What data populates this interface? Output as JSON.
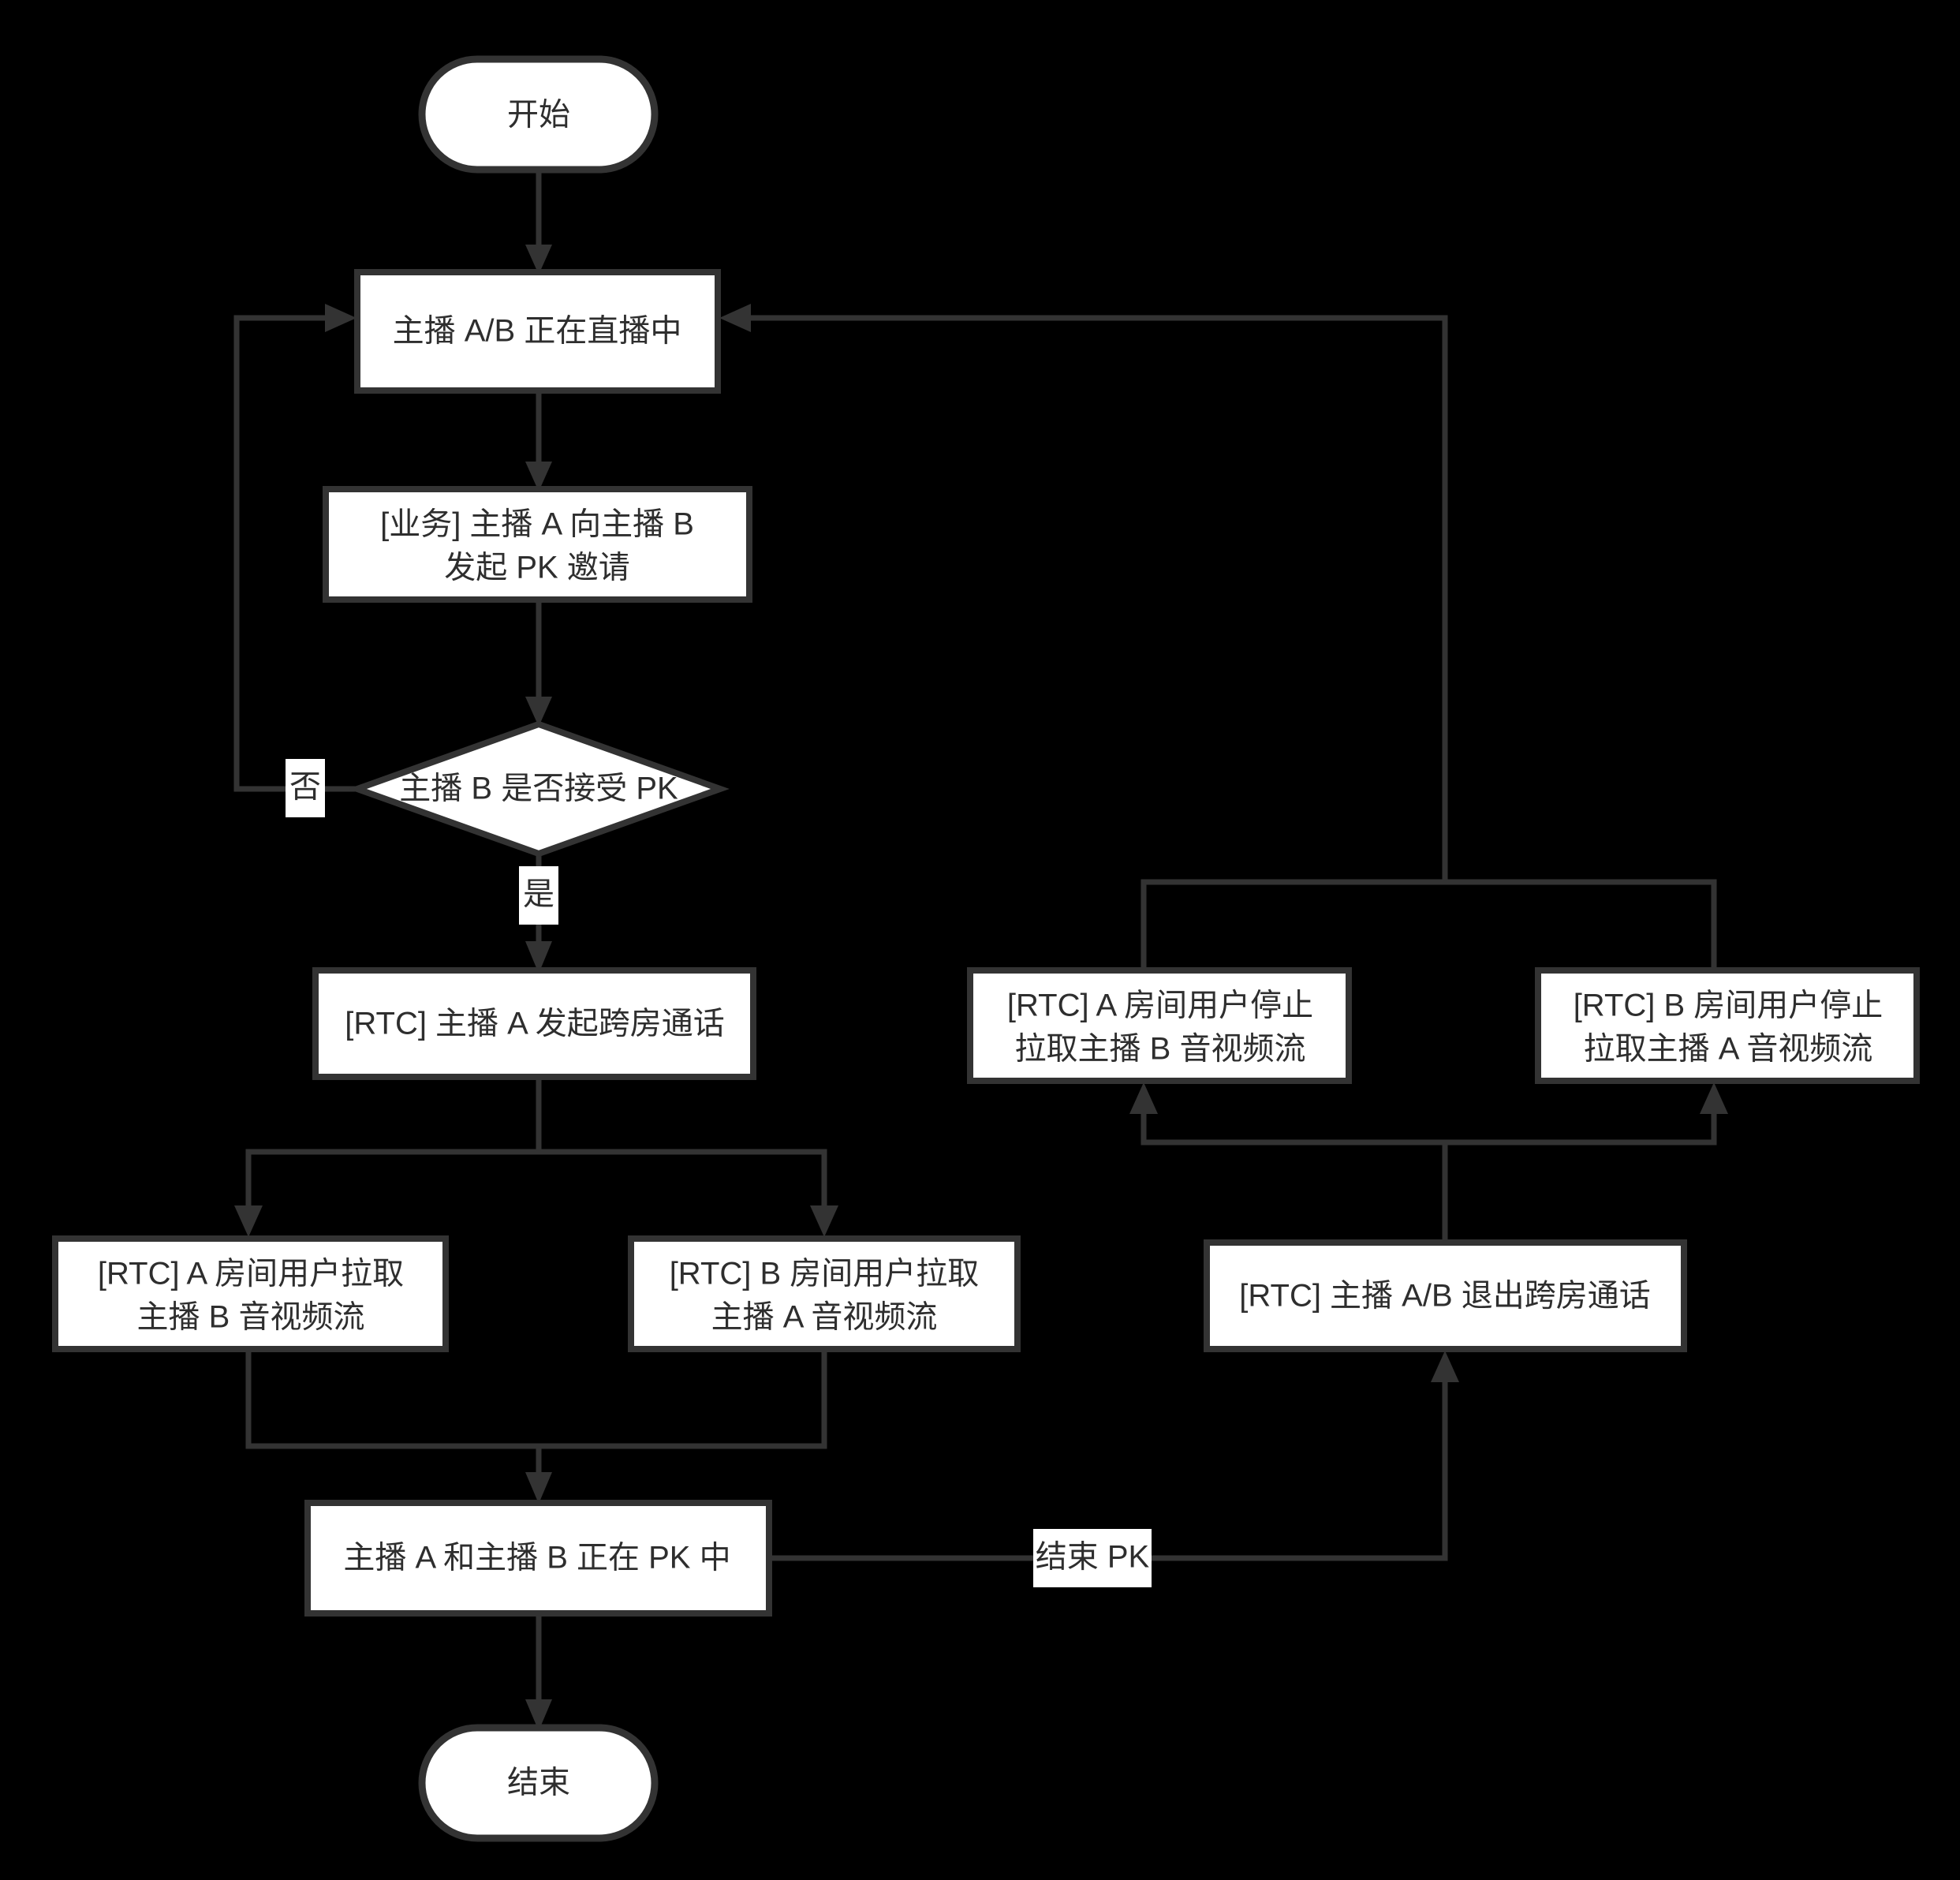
{
  "diagram": {
    "type": "flowchart",
    "orientation": "top-to-bottom",
    "background_color": "#000000",
    "node_fill_color": "#ffffff",
    "node_border_color": "#333333",
    "text_color": "#2e2e2e",
    "title": "",
    "nodes": {
      "start": {
        "shape": "stadium",
        "label": "开始"
      },
      "living": {
        "shape": "rect",
        "label": "主播 A/B 正在直播中"
      },
      "invite": {
        "shape": "rect",
        "line1": "[业务] 主播 A 向主播 B",
        "line2": "发起 PK 邀请"
      },
      "decision": {
        "shape": "diamond",
        "label": "主播 B 是否接受 PK"
      },
      "start_call": {
        "shape": "rect",
        "label": "[RTC] 主播 A 发起跨房通话"
      },
      "pull_a": {
        "shape": "rect",
        "line1": "[RTC] A 房间用户拉取",
        "line2": "主播 B 音视频流"
      },
      "pull_b": {
        "shape": "rect",
        "line1": "[RTC] B 房间用户拉取",
        "line2": "主播 A 音视频流"
      },
      "stop_a": {
        "shape": "rect",
        "line1": "[RTC] A 房间用户停止",
        "line2": "拉取主播 B 音视频流"
      },
      "stop_b": {
        "shape": "rect",
        "line1": "[RTC] B 房间用户停止",
        "line2": "拉取主播 A 音视频流"
      },
      "leave_call": {
        "shape": "rect",
        "label": "[RTC] 主播 A/B 退出跨房通话"
      },
      "pking": {
        "shape": "rect",
        "label": "主播 A 和主播 B 正在 PK 中"
      },
      "end": {
        "shape": "stadium",
        "label": "结束"
      }
    },
    "edges": [
      {
        "id": "e-start-living",
        "from": "start",
        "to": "living",
        "label": ""
      },
      {
        "id": "e-living-invite",
        "from": "living",
        "to": "invite",
        "label": ""
      },
      {
        "id": "e-invite-decision",
        "from": "invite",
        "to": "decision",
        "label": ""
      },
      {
        "id": "e-decision-no",
        "from": "decision",
        "to": "living",
        "label": "否"
      },
      {
        "id": "e-decision-yes",
        "from": "decision",
        "to": "start_call",
        "label": "是"
      },
      {
        "id": "e-call-pulla",
        "from": "start_call",
        "to": "pull_a",
        "label": ""
      },
      {
        "id": "e-call-pullb",
        "from": "start_call",
        "to": "pull_b",
        "label": ""
      },
      {
        "id": "e-pulla-pking",
        "from": "pull_a",
        "to": "pking",
        "label": ""
      },
      {
        "id": "e-pullb-pking",
        "from": "pull_b",
        "to": "pking",
        "label": ""
      },
      {
        "id": "e-pking-leave",
        "from": "pking",
        "to": "leave_call",
        "label": "结束 PK"
      },
      {
        "id": "e-leave-stopa",
        "from": "leave_call",
        "to": "stop_a",
        "label": ""
      },
      {
        "id": "e-leave-stopb",
        "from": "leave_call",
        "to": "stop_b",
        "label": ""
      },
      {
        "id": "e-stopa-living",
        "from": "stop_a",
        "to": "living",
        "label": ""
      },
      {
        "id": "e-stopb-living",
        "from": "stop_b",
        "to": "living",
        "label": ""
      },
      {
        "id": "e-pking-end",
        "from": "pking",
        "to": "end",
        "label": ""
      }
    ],
    "edge_labels": {
      "no": "否",
      "yes": "是",
      "end_pk": "结束 PK"
    }
  }
}
